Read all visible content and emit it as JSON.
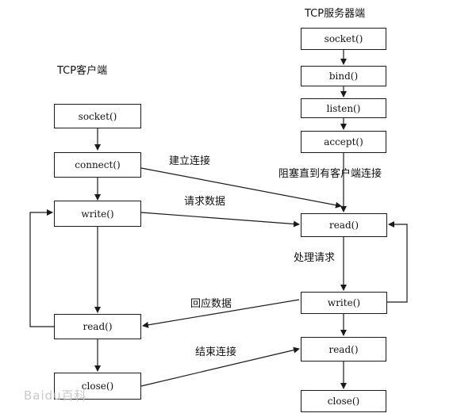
{
  "client": {
    "title": "TCP客户端",
    "socket": "socket()",
    "connect": "connect()",
    "write": "write()",
    "read": "read()",
    "close": "close()"
  },
  "server": {
    "title": "TCP服务器端",
    "socket": "socket()",
    "bind": "bind()",
    "listen": "listen()",
    "accept": "accept()",
    "read1": "read()",
    "write": "write()",
    "read2": "read()",
    "close": "close()"
  },
  "messages": {
    "connect": "建立连接",
    "block": "阻塞直到有客户端连接",
    "request": "请求数据",
    "process": "处理请求",
    "reply": "回应数据",
    "end": "结束连接"
  },
  "watermark": "Baidu百科",
  "colors": {
    "line": "#1a1a1a",
    "background": "#ffffff",
    "watermark": "#c8c8c8"
  }
}
